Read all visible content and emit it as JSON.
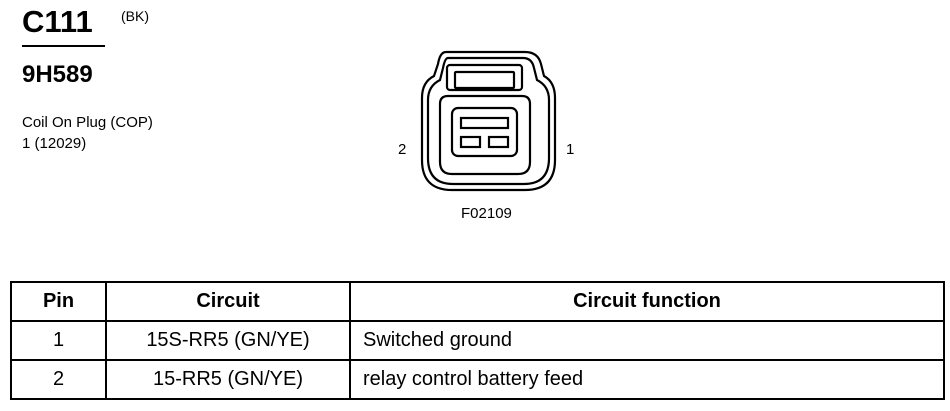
{
  "header": {
    "connector_id": "C111",
    "color_code": "(BK)",
    "part_number": "9H589",
    "description_lines": [
      "Coil On Plug (COP)",
      "1 (12029)"
    ]
  },
  "diagram": {
    "pin_left": "2",
    "pin_right": "1",
    "figure_code": "F02109"
  },
  "table": {
    "headers": [
      "Pin",
      "Circuit",
      "Circuit function"
    ],
    "rows": [
      {
        "pin": "1",
        "circuit": "15S-RR5 (GN/YE)",
        "function": "Switched ground"
      },
      {
        "pin": "2",
        "circuit": "15-RR5 (GN/YE)",
        "function": "relay control battery feed"
      }
    ]
  }
}
